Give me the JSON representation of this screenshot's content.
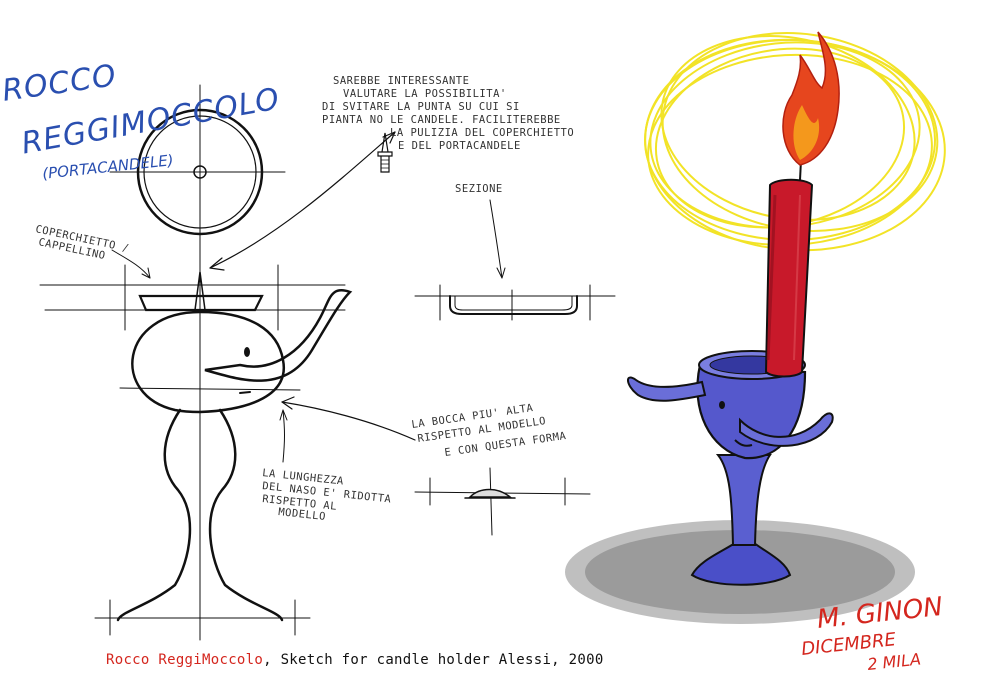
{
  "title": {
    "line1": "ROCCO",
    "line2": "REGGIMOCCOLO",
    "subtitle": "(PORTACANDELE)"
  },
  "notes": {
    "top_note": [
      "SAREBBE INTERESSANTE",
      "VALUTARE LA POSSIBILITA'",
      "DI SVITARE LA PUNTA SU CUI SI",
      "PIANTA NO LE CANDELE. FACILITEREBBE",
      "LA PULIZIA DEL COPERCHIETTO",
      "E DEL PORTACANDELE"
    ],
    "coperchietto": [
      "COPERCHIETTO /",
      "CAPPELLINO"
    ],
    "sezione": "SEZIONE",
    "bocca": [
      "LA BOCCA PIU' ALTA",
      "RISPETTO AL MODELLO",
      "E CON QUESTA FORMA"
    ],
    "naso": [
      "LA LUNGHEZZA",
      "DEL NASO E' RIDOTTA",
      "RISPETTO AL",
      "MODELLO"
    ]
  },
  "caption": {
    "name": "Rocco ReggiMoccolo",
    "rest": ", Sketch for candle holder Alessi, 2000"
  },
  "signature": {
    "name": "M. GINON",
    "line2": "DICEMBRE",
    "line3": "2 MILA"
  },
  "colors": {
    "ink": "#111111",
    "blue_pencil": "#2a4fb0",
    "red_pencil": "#d4261e",
    "yellow_pencil": "#f2e21c",
    "candle": "#c8192a",
    "holder": "#4a4fc8"
  }
}
